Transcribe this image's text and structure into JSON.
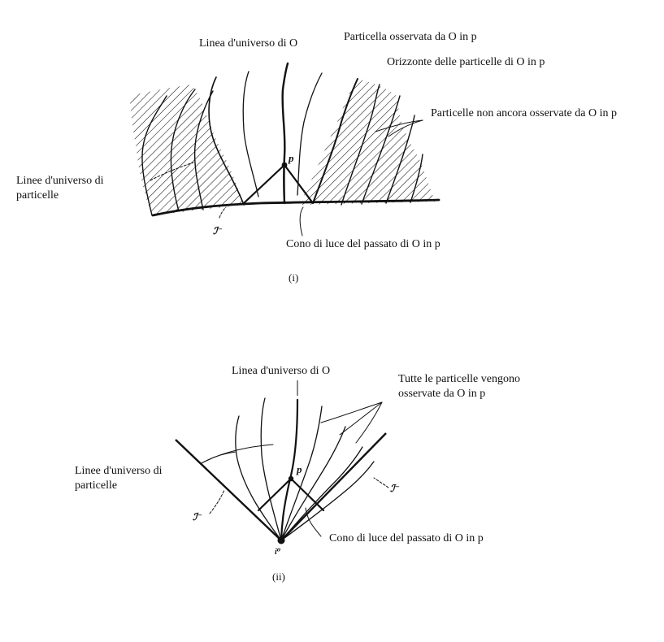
{
  "diagram_i": {
    "caption": "(i)",
    "labels": {
      "worldline_O": "Linea d'universo di O",
      "observed_particle": "Particella osservata da O in p",
      "particle_horizon": "Orizzonte delle particelle di O in p",
      "unobserved_particles": "Particelle non ancora osservate da O in p",
      "particle_worldlines_line1": "Linee d'universo di",
      "particle_worldlines_line2": "particelle",
      "past_light_cone": "Cono di luce del passato di O in p"
    },
    "symbols": {
      "point": "p",
      "scri": "ℐ⁻"
    }
  },
  "diagram_ii": {
    "caption": "(ii)",
    "labels": {
      "worldline_O": "Linea d'universo di O",
      "all_observed_line1": "Tutte le particelle vengono",
      "all_observed_line2": "osservate da O in p",
      "particle_worldlines_line1": "Linee d'universo di",
      "particle_worldlines_line2": "particelle",
      "past_light_cone": "Cono di luce del passato di O in p"
    },
    "symbols": {
      "point": "p",
      "scri_left": "ℐ⁻",
      "scri_right": "ℐ⁻",
      "vertex": "i⁰"
    }
  }
}
